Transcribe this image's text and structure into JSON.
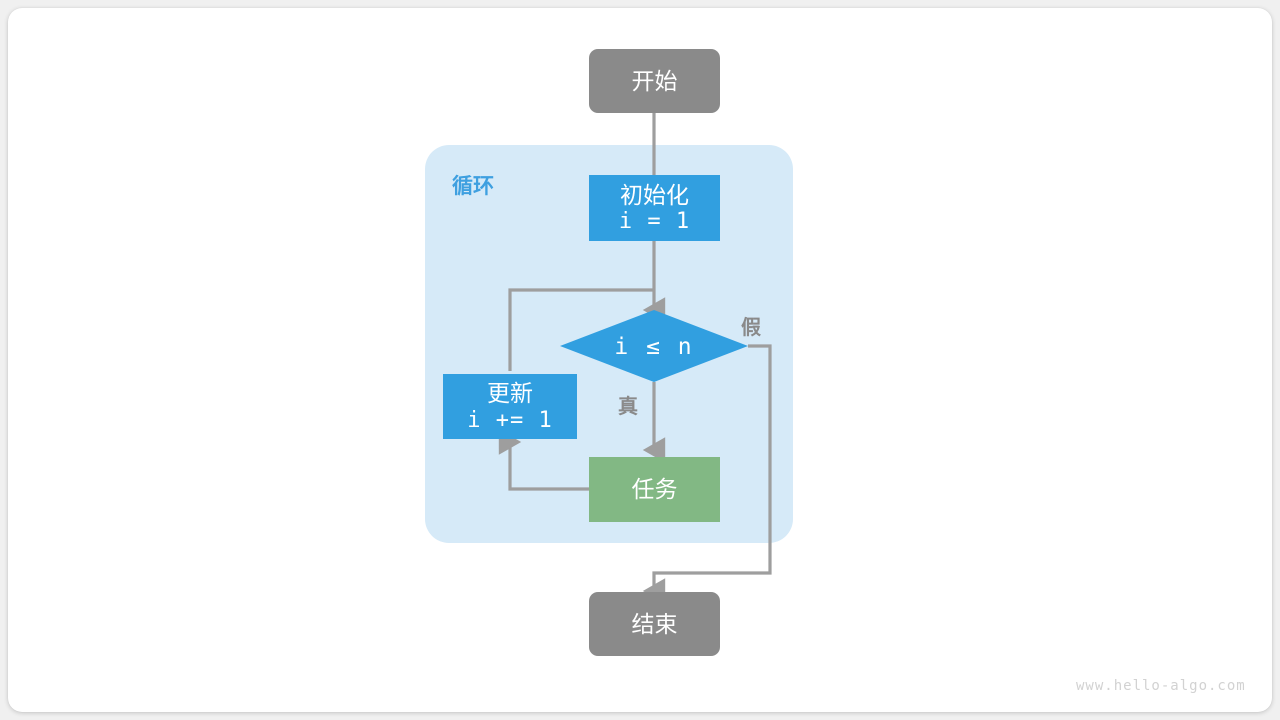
{
  "diagram": {
    "title_watermark": "www.hello-algo.com",
    "colors": {
      "terminal": "#8a8a8a",
      "process": "#319fe0",
      "task": "#82b884",
      "loop_background": "#d6eaf8",
      "loop_title": "#3fa0e0",
      "edge": "#9e9e9e",
      "page": "#ffffff"
    },
    "loop_container": {
      "label": "循环"
    },
    "nodes": {
      "start": {
        "label": "开始",
        "shape": "rounded-rectangle"
      },
      "init": {
        "label": "初始化",
        "code": "i = 1",
        "shape": "rectangle"
      },
      "condition": {
        "label": "i ≤ n",
        "shape": "diamond"
      },
      "update": {
        "label": "更新",
        "code": "i += 1",
        "shape": "rectangle"
      },
      "task": {
        "label": "任务",
        "shape": "rectangle"
      },
      "end": {
        "label": "结束",
        "shape": "rounded-rectangle"
      }
    },
    "edge_labels": {
      "true_branch": "真",
      "false_branch": "假"
    }
  }
}
